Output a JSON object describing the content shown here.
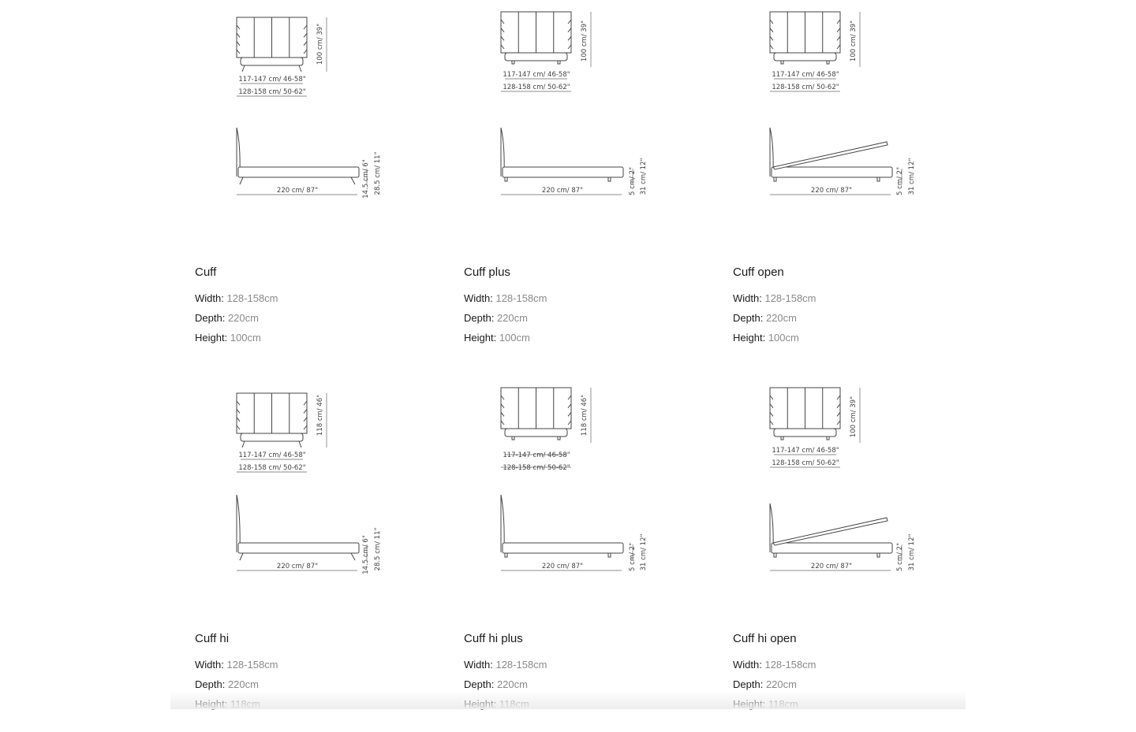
{
  "labels": {
    "width": "Width:",
    "depth": "Depth:",
    "height": "Height:"
  },
  "products": [
    {
      "name": "Cuff",
      "width": "128-158cm",
      "depth": "220cm",
      "height": "100cm",
      "front": {
        "inner": "117-147 cm/ 46-58\"",
        "outer": "128-158 cm/ 50-62\"",
        "height": "100 cm/ 39\""
      },
      "side": {
        "length": "220 cm/ 87\"",
        "h1": "14.5 cm/ 6\"",
        "h2": "28.5 cm/ 11\""
      },
      "legs": "tapered",
      "open": false
    },
    {
      "name": "Cuff plus",
      "width": "128-158cm",
      "depth": "220cm",
      "height": "100cm",
      "front": {
        "inner": "117-147 cm/ 46-58\"",
        "outer": "128-158 cm/ 50-62\"",
        "height": "100 cm/ 39\""
      },
      "side": {
        "length": "220 cm/ 87\"",
        "h1": "5 cm/ 2\"",
        "h2": "31 cm/ 12\""
      },
      "legs": "block",
      "open": false
    },
    {
      "name": "Cuff open",
      "width": "128-158cm",
      "depth": "220cm",
      "height": "100cm",
      "front": {
        "inner": "117-147 cm/ 46-58\"",
        "outer": "128-158 cm/ 50-62\"",
        "height": "100 cm/ 39\""
      },
      "side": {
        "length": "220 cm/ 87\"",
        "h1": "5 cm/ 2\"",
        "h2": "31 cm/ 12\""
      },
      "legs": "block",
      "open": true
    },
    {
      "name": "Cuff hi",
      "width": "128-158cm",
      "depth": "220cm",
      "height": "118cm",
      "front": {
        "inner": "117-147 cm/ 46-58\"",
        "outer": "128-158 cm/ 50-62\"",
        "height": "118 cm/ 46\""
      },
      "side": {
        "length": "220 cm/ 87\"",
        "h1": "14.5 cm/ 6\"",
        "h2": "28.5 cm/ 11\""
      },
      "legs": "tapered",
      "open": false
    },
    {
      "name": "Cuff hi plus",
      "width": "128-158cm",
      "depth": "220cm",
      "height": "118cm",
      "front": {
        "inner": "117-147 cm/ 46-58\"",
        "outer": "128-158 cm/ 50-62\"",
        "height": "118 cm/ 46\""
      },
      "side": {
        "length": "220 cm/ 87\"",
        "h1": "5 cm/ 2\"",
        "h2": "31 cm/ 12\""
      },
      "legs": "block",
      "open": false
    },
    {
      "name": "Cuff hi open",
      "width": "128-158cm",
      "depth": "220cm",
      "height": "118cm",
      "front": {
        "inner": "117-147 cm/ 46-58\"",
        "outer": "128-158 cm/ 50-62\"",
        "height": "100 cm/ 39\""
      },
      "side": {
        "length": "220 cm/ 87\"",
        "h1": "5 cm/ 2\"",
        "h2": "31 cm/ 12\""
      },
      "legs": "block",
      "open": true
    }
  ]
}
